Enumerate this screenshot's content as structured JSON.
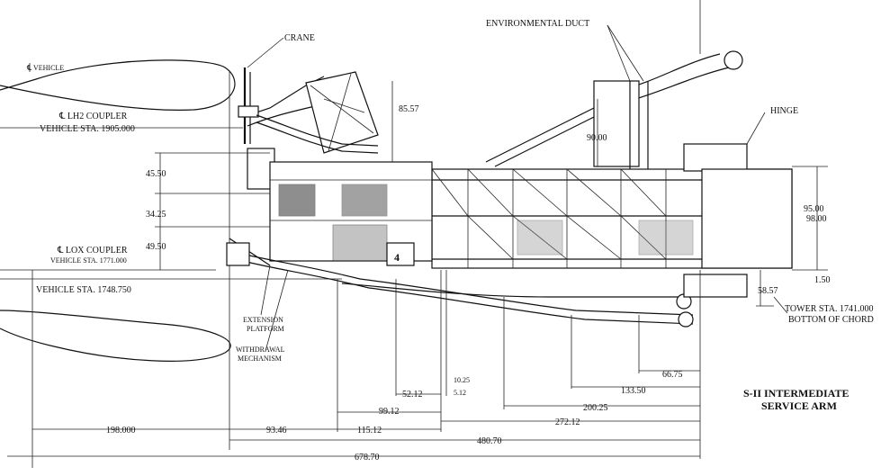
{
  "labels": {
    "crane": "CRANE",
    "environmental_duct": "ENVIRONMENTAL DUCT",
    "hinge": "HINGE",
    "vehicle_centerline": "℄ VEHICLE",
    "lh2_coupler": "℄ LH2 COUPLER",
    "vehicle_sta_1905": "VEHICLE STA. 1905.000",
    "lox_coupler": "℄ LOX COUPLER",
    "vehicle_sta_1771": "VEHICLE STA. 1771.000",
    "vehicle_sta_1748": "VEHICLE STA. 1748.750",
    "extension_platform_1": "EXTENSION",
    "extension_platform_2": "PLATFORM",
    "withdrawal_mechanism_1": "WITHDRAWAL",
    "withdrawal_mechanism_2": "MECHANISM",
    "tower_sta_1": "TOWER STA. 1741.000",
    "tower_sta_2": "BOTTOM OF CHORD",
    "title_1": "S-II INTERMEDIATE",
    "title_2": "SERVICE ARM",
    "panel_number": "4"
  },
  "dimensions": {
    "d_85_57": "85.57",
    "d_90_00": "90.00",
    "d_45_50": "45.50",
    "d_34_25": "34.25",
    "d_49_50": "49.50",
    "d_95_00": "95.00",
    "d_98_00": "98.00",
    "d_1_50": "1.50",
    "d_58_57": "58.57",
    "d_66_75": "66.75",
    "d_10_25": "10.25",
    "d_5_12": "5.12",
    "d_52_12": "52.12",
    "d_133_50": "133.50",
    "d_200_25": "200.25",
    "d_99_12": "99.12",
    "d_272_12": "272.12",
    "d_198_000": "198.000",
    "d_93_46": "93.46",
    "d_115_12": "115.12",
    "d_480_70": "480.70",
    "d_678_70": "678.70"
  }
}
